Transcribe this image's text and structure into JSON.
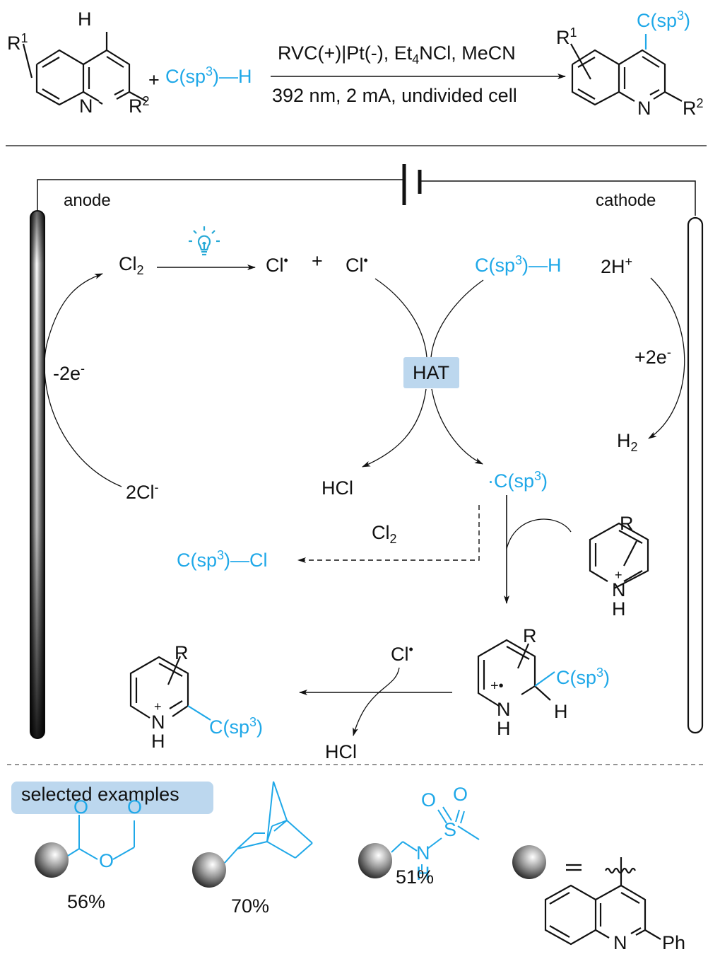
{
  "colors": {
    "accent_blue": "#1fa8e8",
    "highlight_box": "#bcd7ee",
    "ink": "#111111"
  },
  "reaction": {
    "reactant_sub_R1": "R",
    "reactant_sub_R1_sup": "1",
    "reactant_H": "H",
    "reactant_N": "N",
    "reactant_R2": "R",
    "reactant_R2_sup": "2",
    "plus": "+",
    "reagent_pre": "C(sp",
    "reagent_sup": "3",
    "reagent_post": ")—H",
    "conditions_top_pre": "RVC(+)|Pt(-), Et",
    "conditions_top_sub": "4",
    "conditions_top_post": "NCl, MeCN",
    "conditions_bottom": "392 nm, 2 mA, undivided cell",
    "product_sub_pre": "C(sp",
    "product_sub_sup": "3",
    "product_sub_post": ")",
    "product_R1": "R",
    "product_R1_sup": "1",
    "product_N": "N",
    "product_R2": "R",
    "product_R2_sup": "2"
  },
  "mechanism": {
    "anode_label": "anode",
    "cathode_label": "cathode",
    "cl2_top": "Cl",
    "cl2_top_sub": "2",
    "light_icon": "light-bulb-icon",
    "cl_radical_1": "Cl",
    "plus": "+",
    "cl_radical_2": "Cl",
    "csp3h_pre": "C(sp",
    "csp3h_sup": "3",
    "csp3h_post": ")—H",
    "two_h_plus": "2H",
    "two_h_plus_sup": "+",
    "minus_2e": "-2e",
    "minus_2e_sup": "-",
    "plus_2e": "+2e",
    "plus_2e_sup": "-",
    "hat_label": "HAT",
    "h2": "H",
    "h2_sub": "2",
    "two_cl_minus": "2Cl",
    "two_cl_minus_sup": "-",
    "hcl_1": "HCl",
    "c_radical_pre": "·C(sp",
    "c_radical_sup": "3",
    "c_radical_post": ")",
    "cl2_side": "Cl",
    "cl2_side_sub": "2",
    "c_cl_pre": "C(sp",
    "c_cl_sup": "3",
    "c_cl_post": ")—Cl",
    "pyridinium_R": "R",
    "pyridinium_N": "N",
    "pyridinium_plus": "+",
    "pyridinium_H": "H",
    "radical_cation_R": "R",
    "radical_cation_charge": "+•",
    "radical_cation_N": "N",
    "radical_cation_H_N": "H",
    "radical_cation_H_C": "H",
    "radical_cation_sub_pre": "C(sp",
    "radical_cation_sub_sup": "3",
    "radical_cation_sub_post": ")",
    "cl_radical_3": "Cl",
    "hcl_2": "HCl",
    "product_R": "R",
    "product_plus": "+",
    "product_N": "N",
    "product_H": "H",
    "product_sub_pre": "C(sp",
    "product_sub_sup": "3",
    "product_sub_post": ")"
  },
  "examples": {
    "heading": "selected examples",
    "items": [
      {
        "name": "trioxane",
        "atoms": [
          "O",
          "O",
          "O"
        ],
        "yield": "56%"
      },
      {
        "name": "norbornane",
        "atoms": [],
        "yield": "70%"
      },
      {
        "name": "methanesulfonamide",
        "atoms": [
          "N",
          "H",
          "S",
          "O",
          "O"
        ],
        "yield": "51%"
      }
    ],
    "legend_equals": "=",
    "legend_N": "N",
    "legend_Ph": "Ph"
  }
}
